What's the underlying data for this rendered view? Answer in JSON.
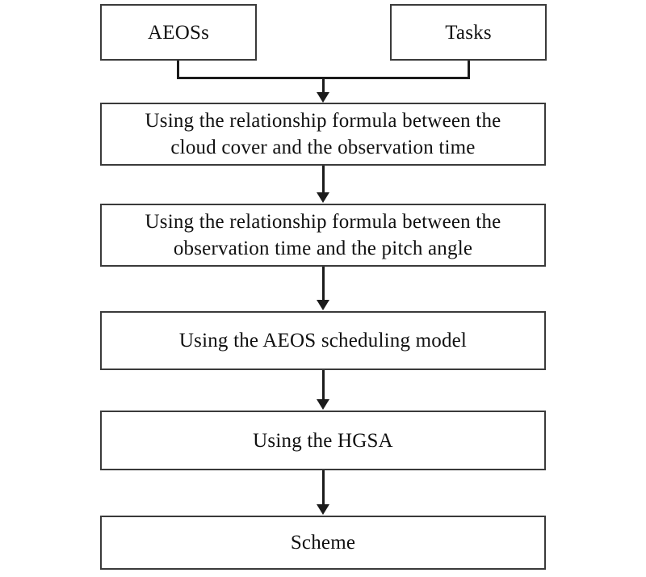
{
  "diagram": {
    "title": "AEOS scheduling flowchart",
    "background_color": "#ffffff",
    "box_border_color": "#3a3a3a",
    "line_color": "#1b1b1b"
  },
  "nodes": {
    "source_left": {
      "label": "AEOSs"
    },
    "source_right": {
      "label": "Tasks"
    },
    "step_1": {
      "label": "Using the relationship formula between the\ncloud cover and the observation time"
    },
    "step_2": {
      "label": "Using the relationship formula between the\nobservation time and the pitch angle"
    },
    "step_3": {
      "label": "Using the AEOS scheduling model"
    },
    "step_4": {
      "label": "Using the HGSA"
    },
    "result": {
      "label": "Scheme"
    }
  },
  "connectors": [
    {
      "name": "merge-aeoss-tasks-to-step-1",
      "from": [
        "AEOSs",
        "Tasks"
      ],
      "to": "Using the relationship formula between the cloud cover and the observation time"
    },
    {
      "name": "step-1-to-step-2",
      "from": "Using the relationship formula between the cloud cover and the observation time",
      "to": "Using the relationship formula between the observation time and the pitch angle"
    },
    {
      "name": "step-2-to-step-3",
      "from": "Using the relationship formula between the observation time and the pitch angle",
      "to": "Using the AEOS scheduling model"
    },
    {
      "name": "step-3-to-step-4",
      "from": "Using the AEOS scheduling model",
      "to": "Using the HGSA"
    },
    {
      "name": "step-4-to-result",
      "from": "Using the HGSA",
      "to": "Scheme"
    }
  ]
}
